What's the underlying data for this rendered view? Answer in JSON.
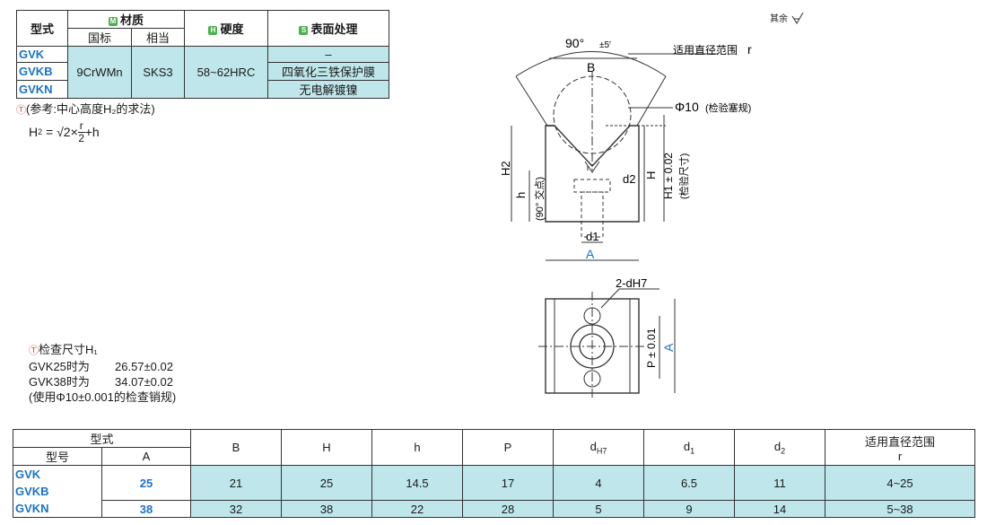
{
  "material_table": {
    "col_model": "型式",
    "col_material": "材质",
    "col_std_cn": "国标",
    "col_equiv": "相当",
    "col_hardness": "硬度",
    "col_surface": "表面处理",
    "tag_m": "M",
    "tag_h": "H",
    "tag_s": "S",
    "models": [
      "GVK",
      "GVKB",
      "GVKN"
    ],
    "material_cn": "9CrWMn",
    "material_equiv": "SKS3",
    "hardness": "58~62HRC",
    "surfaces": [
      "–",
      "四氧化三铁保护膜",
      "无电解镀镍"
    ]
  },
  "ref_note": {
    "title": "(参考:中心高度H₂的求法)",
    "formula_lhs": "H",
    "formula_sub": "2",
    "formula_eq": " = √2×",
    "formula_num": "r",
    "formula_den": "2",
    "formula_tail": "+h"
  },
  "check_note": {
    "title": "检查尺寸H₁",
    "line1_label": "GVK25时为",
    "line1_value": "26.57±0.02",
    "line2_label": "GVK38时为",
    "line2_value": "34.07±0.02",
    "line3": "(使用Φ10±0.001的检查销规)"
  },
  "surface_mark": "其余",
  "drawing": {
    "angle": "90°",
    "angle_tol": "±5′",
    "range_label": "适用直径范围",
    "range_sym": "r",
    "b": "B",
    "pin": "Φ10",
    "pin_note": "(检验塞规)",
    "h2": "H2",
    "h": "h",
    "h_note": "(90° 交点)",
    "d2": "d2",
    "H": "H",
    "h1": "H1 ± 0.02",
    "h1_note": "(检验尺寸)",
    "d1": "d1",
    "A": "A",
    "holes": "2-dH7",
    "P": "P ± 0.01",
    "A2": "A"
  },
  "dim_table": {
    "head_model": "型式",
    "head_no": "型号",
    "head_A": "A",
    "cols": [
      "B",
      "H",
      "h",
      "P",
      "d",
      "d",
      "d",
      "适用直径范围"
    ],
    "col_subs": [
      "",
      "",
      "",
      "",
      "H7",
      "1",
      "2",
      ""
    ],
    "col_r": "r",
    "models": [
      "GVK",
      "GVKB",
      "GVKN"
    ],
    "rows": [
      {
        "A": "25",
        "B": "21",
        "H": "25",
        "h": "14.5",
        "P": "17",
        "d": "4",
        "d1": "6.5",
        "d2": "11",
        "r": "4~25"
      },
      {
        "A": "38",
        "B": "32",
        "H": "38",
        "h": "22",
        "P": "28",
        "d": "5",
        "d1": "9",
        "d2": "14",
        "r": "5~38"
      }
    ]
  }
}
